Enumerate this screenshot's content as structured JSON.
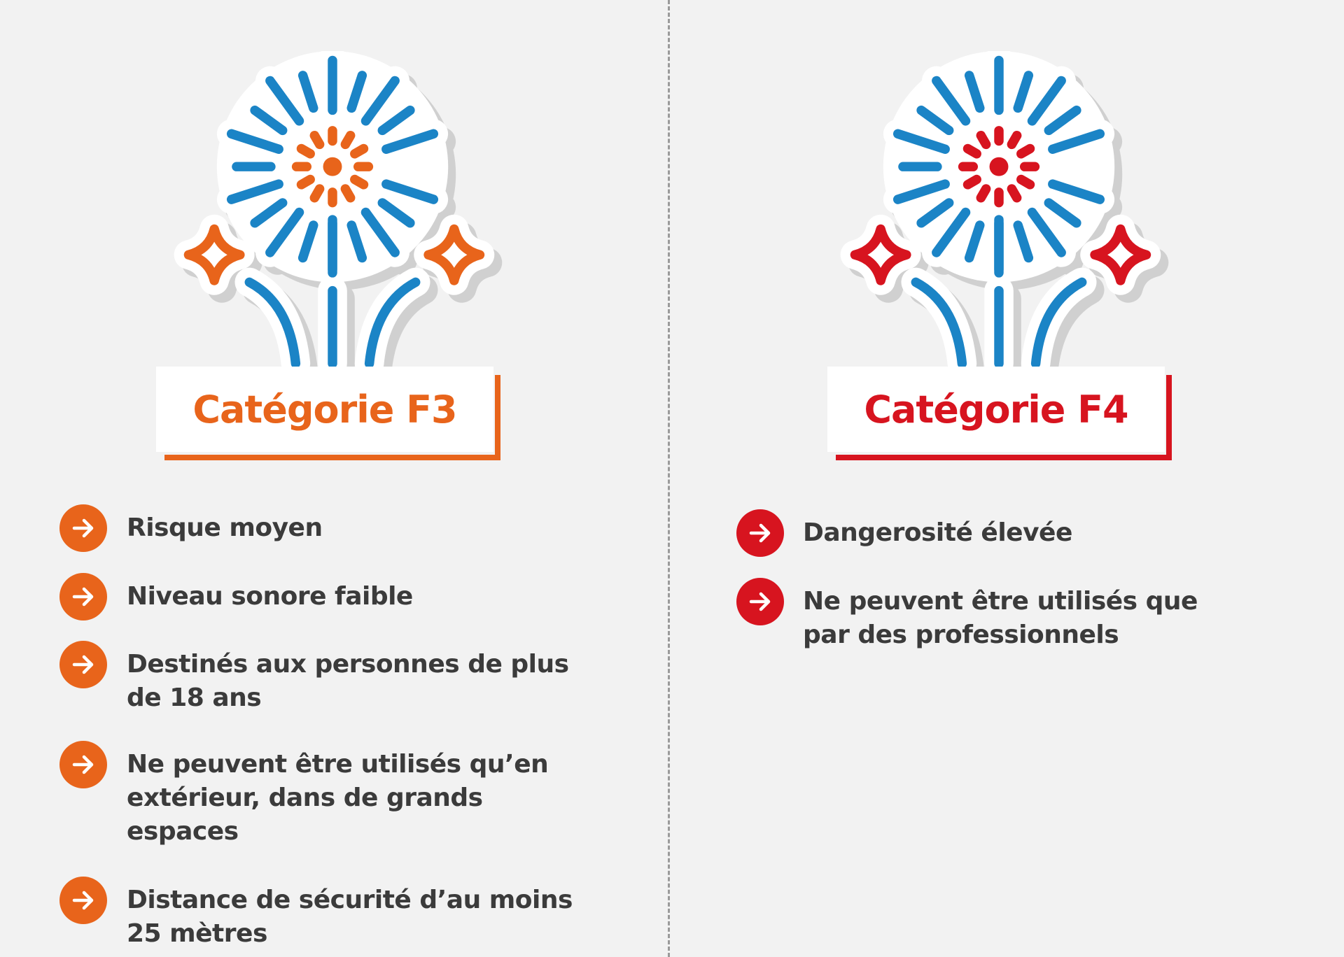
{
  "colors": {
    "background": "#f2f2f2",
    "blue": "#1b84c6",
    "f3_accent": "#e8641b",
    "f4_accent": "#d7141f",
    "text": "#3b3b3b"
  },
  "left": {
    "title": "Catégorie F3",
    "icon": "firework-icon",
    "items": [
      {
        "lines": [
          "Risque moyen"
        ]
      },
      {
        "lines": [
          "Niveau sonore faible"
        ]
      },
      {
        "lines": [
          "Destinés aux personnes de plus",
          "de 18 ans"
        ]
      },
      {
        "lines": [
          "Ne peuvent être utilisés qu’en",
          "extérieur, dans de grands",
          "espaces"
        ]
      },
      {
        "lines": [
          "Distance de sécurité d’au moins",
          "25 mètres"
        ]
      }
    ]
  },
  "right": {
    "title": "Catégorie F4",
    "icon": "firework-icon",
    "items": [
      {
        "lines": [
          "Dangerosité élevée"
        ]
      },
      {
        "lines": [
          "Ne peuvent être utilisés que",
          "par des professionnels"
        ]
      }
    ]
  }
}
